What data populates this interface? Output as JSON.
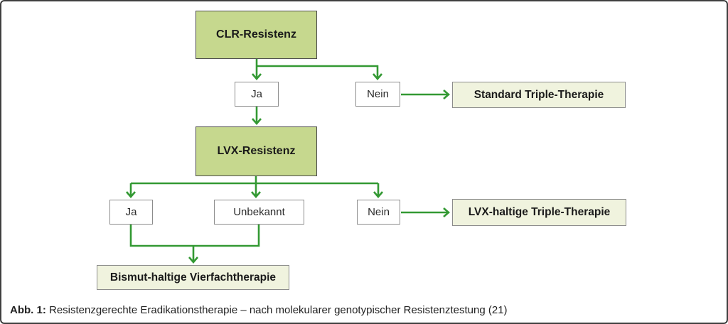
{
  "nodes": {
    "clr": "CLR-Resistenz",
    "ja1": "Ja",
    "nein1": "Nein",
    "standard_triple": "Standard Triple-Therapie",
    "lvx": "LVX-Resistenz",
    "ja2": "Ja",
    "unbekannt": "Unbekannt",
    "nein2": "Nein",
    "lvx_triple": "LVX-haltige Triple-Therapie",
    "bismut": "Bismut-haltige Vierfachtherapie"
  },
  "caption": {
    "label": "Abb. 1:",
    "text": " Resistenzgerechte Eradikationstherapie – nach molekularer genotypischer Resistenztestung (21)"
  },
  "colors": {
    "decision_fill": "#c6d88e",
    "decision_border": "#4d4d4d",
    "therapy_fill": "#f0f3de",
    "therapy_border": "#8c8c8c",
    "answer_fill": "#ffffff",
    "answer_border": "#8c8c8c",
    "arrow": "#339933",
    "frame_border": "#3f3f3f"
  }
}
